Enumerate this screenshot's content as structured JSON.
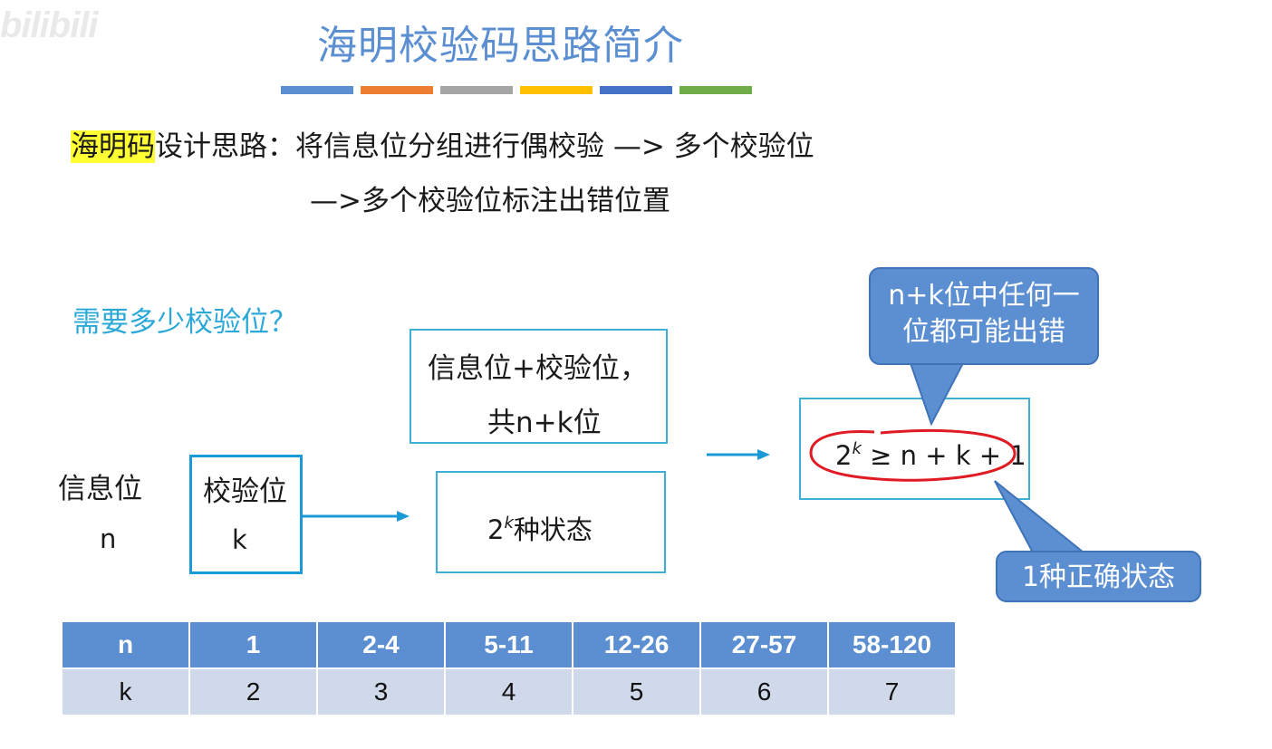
{
  "watermark": "bilibili",
  "title": "海明校验码思路简介",
  "accent_colors": [
    "#5b8fd1",
    "#ed7d31",
    "#a5a5a5",
    "#ffc000",
    "#4472c4",
    "#70ad47"
  ],
  "design": {
    "highlight": "海明码",
    "line1_rest": "设计思路：将信息位分组进行偶校验 —> 多个校验位",
    "line2": "—>多个校验位标注出错位置"
  },
  "question": "需要多少校验位？",
  "info_bits": {
    "label": "信息位",
    "var": "n"
  },
  "check_bits": {
    "label": "校验位",
    "var": "k"
  },
  "combined": {
    "line1": "信息位+校验位，",
    "line2": "共n+k位"
  },
  "states": {
    "base": "2",
    "exp": "k",
    "text": "种状态"
  },
  "formula": {
    "base": "2",
    "exp": "k",
    "rest": " ≥ n + k + 1"
  },
  "callout_top": {
    "line1": "n+k位中任何一",
    "line2": "位都可能出错"
  },
  "callout_bottom": "1种正确状态",
  "table": {
    "n_row": [
      "n",
      "1",
      "2-4",
      "5-11",
      "12-26",
      "27-57",
      "58-120"
    ],
    "k_row": [
      "k",
      "2",
      "3",
      "4",
      "5",
      "6",
      "7"
    ]
  }
}
